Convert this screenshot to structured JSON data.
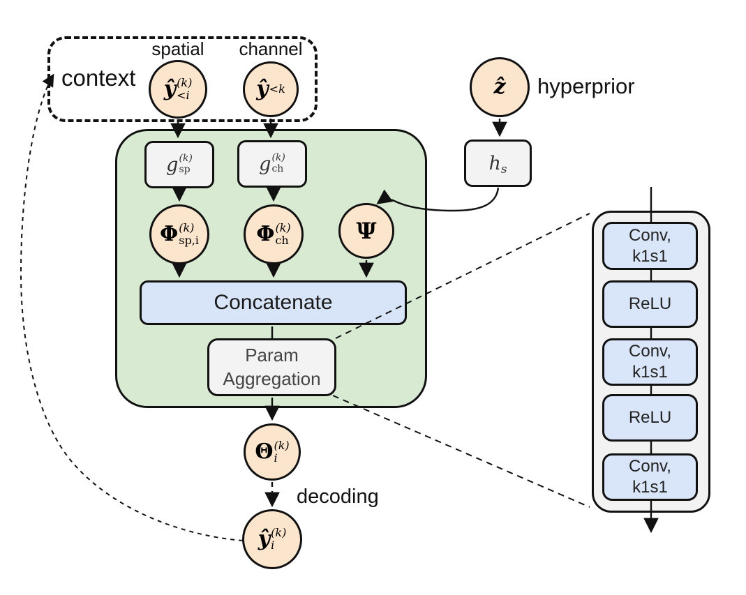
{
  "labels": {
    "context": "context",
    "spatial": "spatial",
    "channel": "channel",
    "hyperprior": "hyperprior",
    "decoding": "decoding"
  },
  "nodes": {
    "spatial_ctx": {
      "main": "ŷ",
      "sup": "(k)",
      "sub": "<i"
    },
    "channel_ctx": {
      "main": "ŷ",
      "sup": "<k",
      "sub": ""
    },
    "g_sp": {
      "main": "g",
      "sup": "(k)",
      "sub": "sp"
    },
    "g_ch": {
      "main": "g",
      "sup": "(k)",
      "sub": "ch"
    },
    "phi_sp": {
      "main": "Φ",
      "sup": "(k)",
      "sub": "sp,i"
    },
    "phi_ch": {
      "main": "Φ",
      "sup": "(k)",
      "sub": "ch"
    },
    "psi": {
      "main": "Ψ"
    },
    "z_hat": {
      "main": "ẑ"
    },
    "h_s": {
      "main": "h",
      "sub": "s"
    },
    "theta": {
      "main": "Θ",
      "sup": "(k)",
      "sub": "i"
    },
    "y_out": {
      "main": "ŷ",
      "sup": "(k)",
      "sub": "i"
    },
    "concatenate": "Concatenate",
    "param_aggregation": "Param\nAggregation"
  },
  "conv_stack": {
    "layers": [
      "Conv,\nk1s1",
      "ReLU",
      "Conv,\nk1s1",
      "ReLU",
      "Conv,\nk1s1"
    ]
  },
  "colors": {
    "node_fill": "#fce5cd",
    "group_fill": "#d9ead3",
    "concat_fill": "#d8e4f8",
    "layer_fill": "#d9e5f8",
    "box_fill": "#f3f3f3",
    "stack_fill": "#f2f2f2",
    "line": "#111111"
  }
}
